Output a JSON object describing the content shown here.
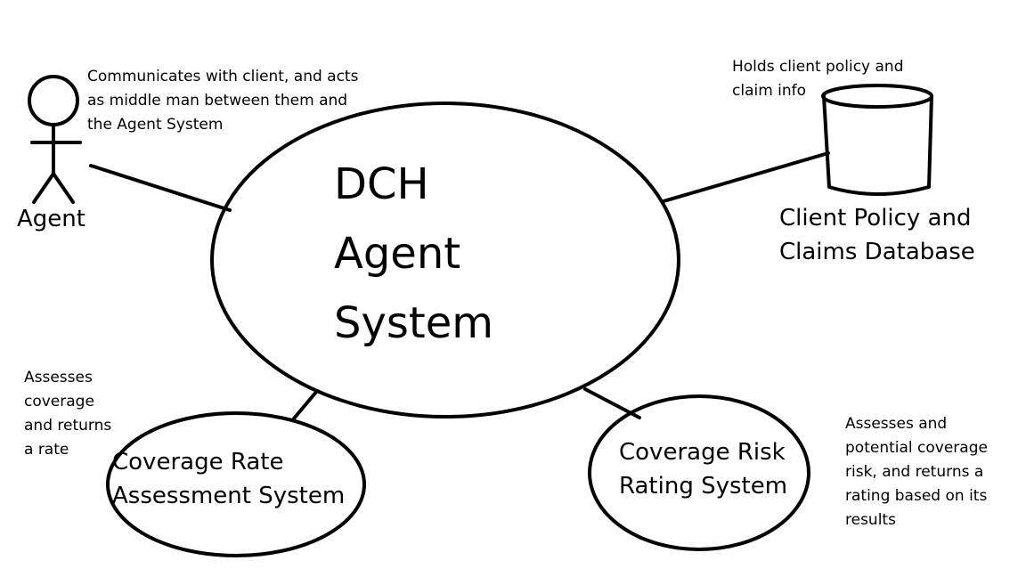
{
  "diagram": {
    "center_process": {
      "label": "DCH\nAgent\nSystem"
    },
    "agent": {
      "label": "Agent",
      "note": "Communicates with client, and acts\nas middle man between them and\nthe Agent System"
    },
    "database": {
      "label": "Client Policy and\nClaims Database",
      "note": "Holds client policy and\nclaim info"
    },
    "rate_system": {
      "label": "Coverage Rate\nAssessment System",
      "note": "Assesses\ncoverage\nand returns\na rate"
    },
    "risk_system": {
      "label": "Coverage Risk\nRating System",
      "note": "Assesses and\npotential coverage\nrisk, and returns a\nrating based on its\nresults"
    },
    "stroke_color": "#000000",
    "background_color": "#ffffff"
  }
}
